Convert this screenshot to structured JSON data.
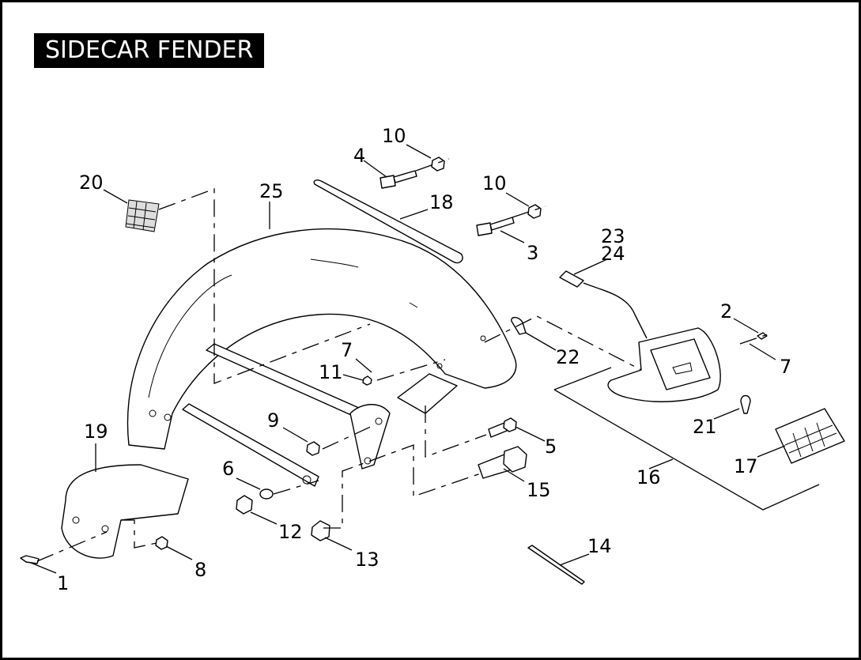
{
  "title": "SIDECAR FENDER",
  "callouts": {
    "c1": "1",
    "c2": "2",
    "c3": "3",
    "c4": "4",
    "c5": "5",
    "c6": "6",
    "c7a": "7",
    "c7b": "7",
    "c8": "8",
    "c9": "9",
    "c10a": "10",
    "c10b": "10",
    "c11": "11",
    "c12": "12",
    "c13": "13",
    "c14": "14",
    "c15": "15",
    "c16": "16",
    "c17": "17",
    "c18": "18",
    "c19": "19",
    "c20": "20",
    "c21": "21",
    "c22": "22",
    "c23": "23",
    "c24": "24",
    "c25": "25"
  }
}
